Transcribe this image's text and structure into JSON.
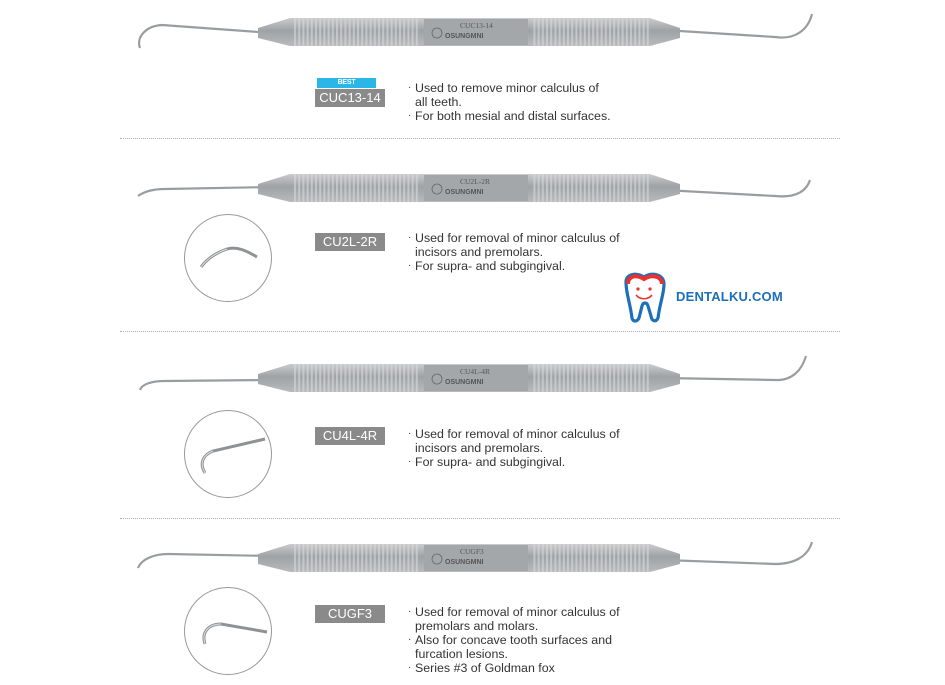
{
  "brand": {
    "engraving": "OSUNGMNI",
    "watermark": "DENTALKU.COM"
  },
  "products": [
    {
      "code": "CUC13-14",
      "engraving": "CUC13-14",
      "badge": "BEST COLLECTION",
      "lines": [
        "Used to remove minor calculus of",
        "all teeth.",
        "For both mesial and distal surfaces."
      ]
    },
    {
      "code": "CU2L-2R",
      "engraving": "CU2L-2R",
      "lines": [
        "Used for removal of minor calculus of",
        "incisors and premolars.",
        "For supra- and subgingival."
      ]
    },
    {
      "code": "CU4L-4R",
      "engraving": "CU4L-4R",
      "lines": [
        "Used for removal of minor calculus of",
        "incisors and premolars.",
        "For supra- and subgingival."
      ]
    },
    {
      "code": "CUGF3",
      "engraving": "CUGF3",
      "lines": [
        "Used for removal of minor calculus of",
        "premolars and molars.",
        "Also for concave tooth surfaces and",
        "furcation lesions.",
        "Series #3 of Goldman fox"
      ]
    }
  ],
  "colors": {
    "tag_bg": "#8a8a8a",
    "badge_bg": "#2bb6e8",
    "steel": "#a9acae",
    "logo_red": "#e8322e",
    "logo_blue": "#1c6fb8"
  }
}
